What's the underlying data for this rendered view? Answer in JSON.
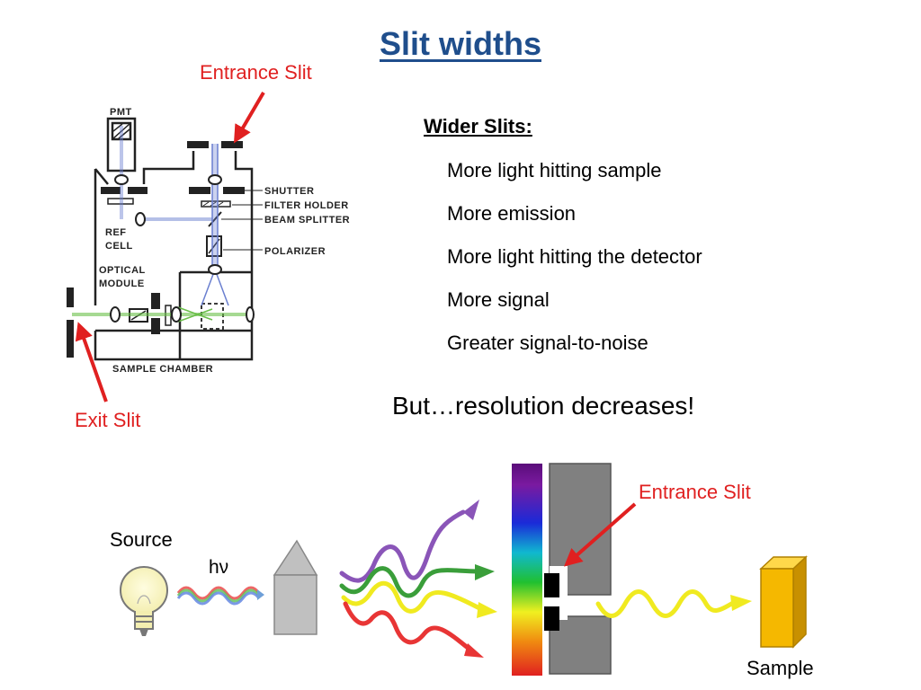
{
  "title": "Slit widths",
  "labels": {
    "entrance_slit_top": "Entrance Slit",
    "exit_slit": "Exit Slit",
    "entrance_slit_bottom": "Entrance Slit",
    "source": "Source",
    "h_nu": "hν",
    "sample": "Sample"
  },
  "wider_slits": {
    "heading": "Wider Slits:",
    "items": [
      "More light hitting sample",
      "More emission",
      "More light hitting the detector",
      "More signal",
      "Greater signal-to-noise"
    ]
  },
  "caveat": "But…resolution decreases!",
  "schematic_labels": {
    "pmt": "PMT",
    "shutter": "SHUTTER",
    "filter_holder": "FILTER HOLDER",
    "beam_splitter": "BEAM SPLITTER",
    "polarizer": "POLARIZER",
    "ref_cell_1": "REF",
    "ref_cell_2": "CELL",
    "optical_module_1": "OPTICAL",
    "optical_module_2": "MODULE",
    "sample_chamber": "SAMPLE CHAMBER"
  },
  "colors": {
    "title": "#1f4e8c",
    "annotation_red": "#e02020",
    "beam_blue": "#6a7fd0",
    "beam_green": "#6bbf4a"
  }
}
